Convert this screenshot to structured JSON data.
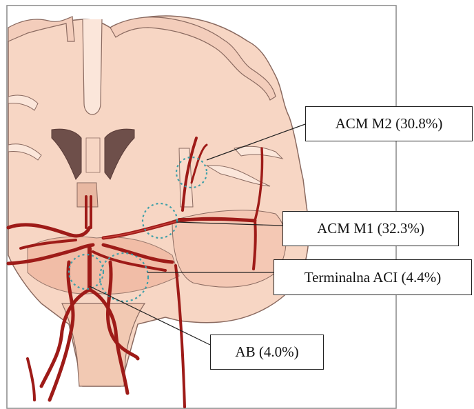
{
  "labels": {
    "m2": "ACM M2 (30.8%)",
    "m1": "ACM M1 (32.3%)",
    "aci": "Terminalna ACI (4.4%)",
    "ab": "AB (4.0%)"
  },
  "colors": {
    "brain_fill": "#f7d6c4",
    "brain_outline": "#8a6a60",
    "ventricle": "#6e4f4a",
    "artery": "#9e1b18",
    "artery_highlight": "#c9413b",
    "circle_marker": "#3fa0a8",
    "leader_line": "#222222"
  }
}
